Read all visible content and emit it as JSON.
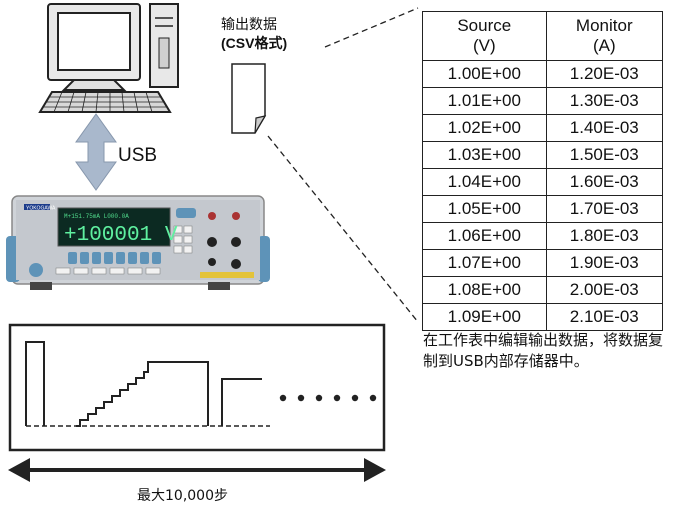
{
  "file_label": {
    "line1": "输出数据",
    "line2": "(CSV格式)"
  },
  "usb_label": "USB",
  "device": {
    "brand": "YOKOGAWA",
    "display_value": "+100001 V",
    "display_sub": "M+151.75mA  L000.0A"
  },
  "table": {
    "headers": [
      {
        "name": "Source",
        "unit": "(V)"
      },
      {
        "name": "Monitor",
        "unit": "(A)"
      }
    ],
    "rows": [
      [
        "1.00E+00",
        "1.20E-03"
      ],
      [
        "1.01E+00",
        "1.30E-03"
      ],
      [
        "1.02E+00",
        "1.40E-03"
      ],
      [
        "1.03E+00",
        "1.50E-03"
      ],
      [
        "1.04E+00",
        "1.60E-03"
      ],
      [
        "1.05E+00",
        "1.70E-03"
      ],
      [
        "1.06E+00",
        "1.80E-03"
      ],
      [
        "1.07E+00",
        "1.90E-03"
      ],
      [
        "1.08E+00",
        "2.00E-03"
      ],
      [
        "1.09E+00",
        "2.10E-03"
      ]
    ]
  },
  "note": "在工作表中编辑输出数据，将数据复制到USB内部存储器中。",
  "steps_label": "最大10,000步"
}
